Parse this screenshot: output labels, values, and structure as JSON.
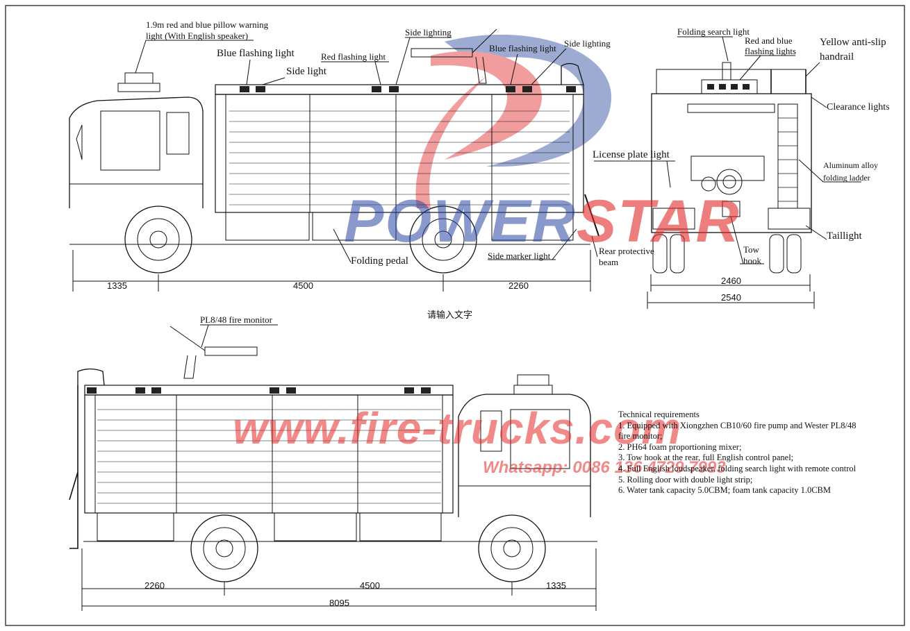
{
  "colors": {
    "line": "#111111",
    "watermark_red": "#e12828",
    "watermark_blue": "#2846a0"
  },
  "labels": {
    "pillow_light_l1": "1.9m red and blue pillow warning",
    "pillow_light_l2": "light (With English speaker)",
    "blue_flashing_1": "Blue flashing light",
    "side_light": "Side light",
    "red_flashing": "Red flashing light",
    "side_lighting_1": "Side lighting",
    "blue_flashing_2": "Blue flashing light",
    "side_lighting_2": "Side lighting",
    "folding_search_light": "Folding search light",
    "red_blue_l1": "Red and blue",
    "red_blue_l2": "flashing lights",
    "handrail_l1": "Yellow anti-slip",
    "handrail_l2": "handrail",
    "clearance_lights": "Clearance lights",
    "license_plate_light": "License plate light",
    "ladder_l1": "Aluminum alloy",
    "ladder_l2": "folding ladder",
    "taillight": "Taillight",
    "tow_hook_l1": "Tow",
    "tow_hook_l2": "hook",
    "rear_beam_l1": "Rear protective",
    "rear_beam_l2": "beam",
    "side_marker_light": "Side marker light",
    "folding_pedal": "Folding pedal",
    "fire_monitor": "PL8/48 fire monitor",
    "placeholder_cn": "请输入文字"
  },
  "dimensions": {
    "top_front_overhang": "1335",
    "top_wheelbase": "4500",
    "top_rear_overhang": "2260",
    "rear_track": "2460",
    "rear_width": "2540",
    "bottom_rear_overhang": "2260",
    "bottom_wheelbase": "4500",
    "bottom_front_overhang": "1335",
    "bottom_total": "8095"
  },
  "watermarks": {
    "brand_part1": "POWER",
    "brand_part2": "STAR",
    "url": "www.fire-trucks.com",
    "whatsapp": "Whatsapp: 0086 136 4729 7993"
  },
  "tech": {
    "title": "Technical requirements",
    "items": [
      "1. Equipped with Xiongzhen CB10/60 fire pump and Wester PL8/48",
      "fire monitor;",
      "2. PH64 foam proportioning mixer;",
      "3. Tow hook at the rear, full English control panel;",
      "4. Full English loudspeaker, folding search light with remote control",
      "5. Rolling door with double light strip;",
      "6. Water tank capacity 5.0CBM; foam tank capacity 1.0CBM"
    ]
  }
}
